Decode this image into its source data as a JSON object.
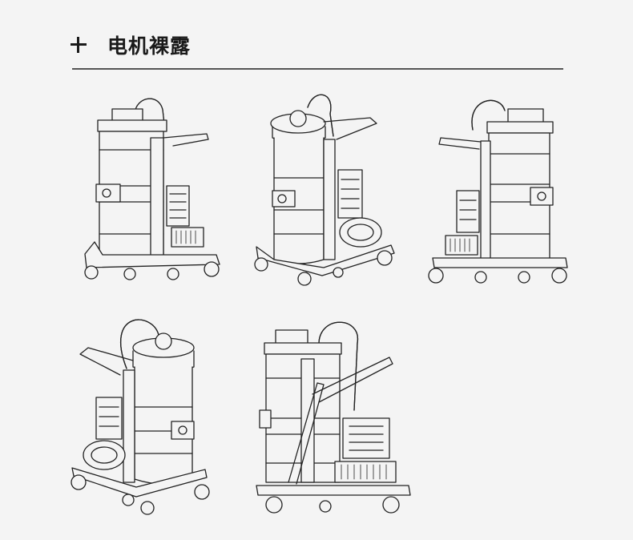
{
  "header": {
    "icon": "plus-icon",
    "title": "电机裸露"
  },
  "figures": [
    {
      "name": "vacuum-view-1"
    },
    {
      "name": "vacuum-view-2"
    },
    {
      "name": "vacuum-view-3"
    },
    {
      "name": "vacuum-view-4"
    },
    {
      "name": "vacuum-view-5"
    }
  ],
  "colors": {
    "background": "#f4f4f4",
    "line": "#222222",
    "divider": "#555555"
  }
}
